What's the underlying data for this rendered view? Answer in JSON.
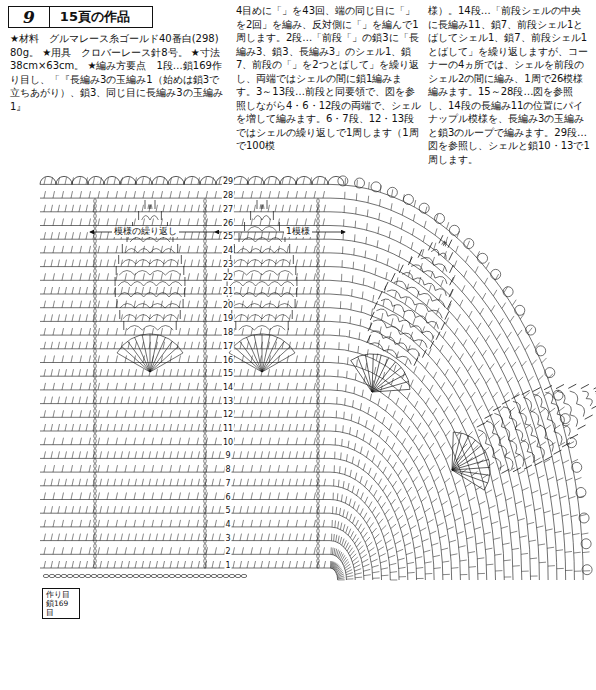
{
  "diagram": {
    "nodes": [
      {
        "text": [
          "9",
          "15頁の作品"
        ]
      },
      {
        "text": [
          "作り目 鎖169目"
        ]
      }
    ],
    "labels": [
      "★材料　グルマレース糸ゴールド40番白(298) 80g。 ★用具　クロバーレース針8号。 ★寸法　38cm×63cm。 ★編み方要点　1段…鎖169作り目し、「『長編み3の玉編み1（始めは鎖3で立ちあがり）、鎖3、同じ目に長編み3の玉編み1』",
      "4目めに「」を43回、端の同じ目に「」を2回」を編み、反対側に「」を編んで1周します。2段…「前段「」の鎖3に「長編み3、鎖3、長編み3」のシェル1、鎖7、前段の「」を2つとばして」を繰り返し、両端ではシェルの間に鎖1編みます。3～13段…前段と同要領で、図を参照しながら4・6・12段の両端で、シェルを増して編みます。6・7段、12・13段ではシェルの繰り返しで1周します（1周で100模",
      "様）。14段…「前段シェルの中央に長編み11、鎖7、前段シェル1とばしてシェル1、鎖7、前段シェル1とばして」を繰り返しますが、コーナーの4ヵ所では、シェルを前段のシェル2の間に編み、1周で26模様編みます。15～28段…図を参照し、14段の長編み11の位置にパイナップル模様を、長編み3の玉編みと鎖3のループで編みます。29段…図を参照し、シェルと鎖10・13で1周します。",
      "模様の繰り返し",
      "1模様",
      "1",
      "2",
      "3",
      "4",
      "5",
      "6",
      "7",
      "8",
      "9",
      "10",
      "11",
      "12",
      "13",
      "14",
      "15",
      "16",
      "17",
      "18",
      "19",
      "20",
      "21",
      "22",
      "23",
      "24",
      "25",
      "26",
      "27",
      "28",
      "29"
    ]
  }
}
